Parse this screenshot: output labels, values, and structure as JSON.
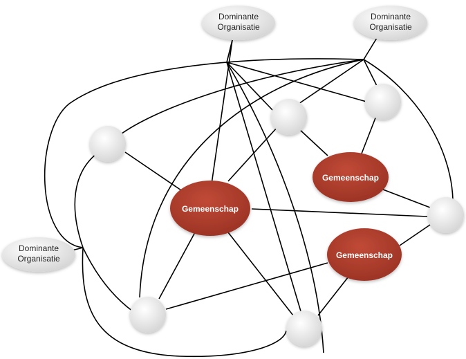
{
  "colors": {
    "community_fill": "#a83a2a",
    "node_fill": "#e6e6e6",
    "edge": "#000000"
  },
  "organisations": [
    {
      "line1": "Dominante",
      "line2": "Organisatie"
    },
    {
      "line1": "Dominante",
      "line2": "Organisatie"
    },
    {
      "line1": "Dominante",
      "line2": "Organisatie"
    }
  ],
  "communities": [
    {
      "label": "Gemeenschap"
    },
    {
      "label": "Gemeenschap"
    },
    {
      "label": "Gemeenschap"
    }
  ]
}
